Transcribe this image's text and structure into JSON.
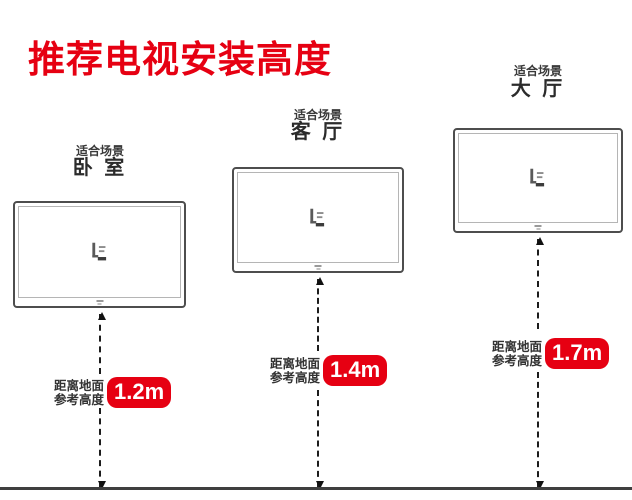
{
  "title": "推荐电视安装高度",
  "colors": {
    "accent_red": "#e60012",
    "ground_line": "#3f3f3f",
    "tv_frame": "#4d4d4d"
  },
  "icons": {
    "tv_logo": "letv-logo",
    "arrow_up": "arrow-up-icon",
    "arrow_down": "arrow-down-icon"
  },
  "scenes": [
    {
      "tag": "适合场景",
      "name": "卧 室",
      "height_label_line1": "距离地面",
      "height_label_line2": "参考高度",
      "height_value": "1.2m"
    },
    {
      "tag": "适合场景",
      "name": "客 厅",
      "height_label_line1": "距离地面",
      "height_label_line2": "参考高度",
      "height_value": "1.4m"
    },
    {
      "tag": "适合场景",
      "name": "大 厅",
      "height_label_line1": "距离地面",
      "height_label_line2": "参考高度",
      "height_value": "1.7m"
    }
  ]
}
